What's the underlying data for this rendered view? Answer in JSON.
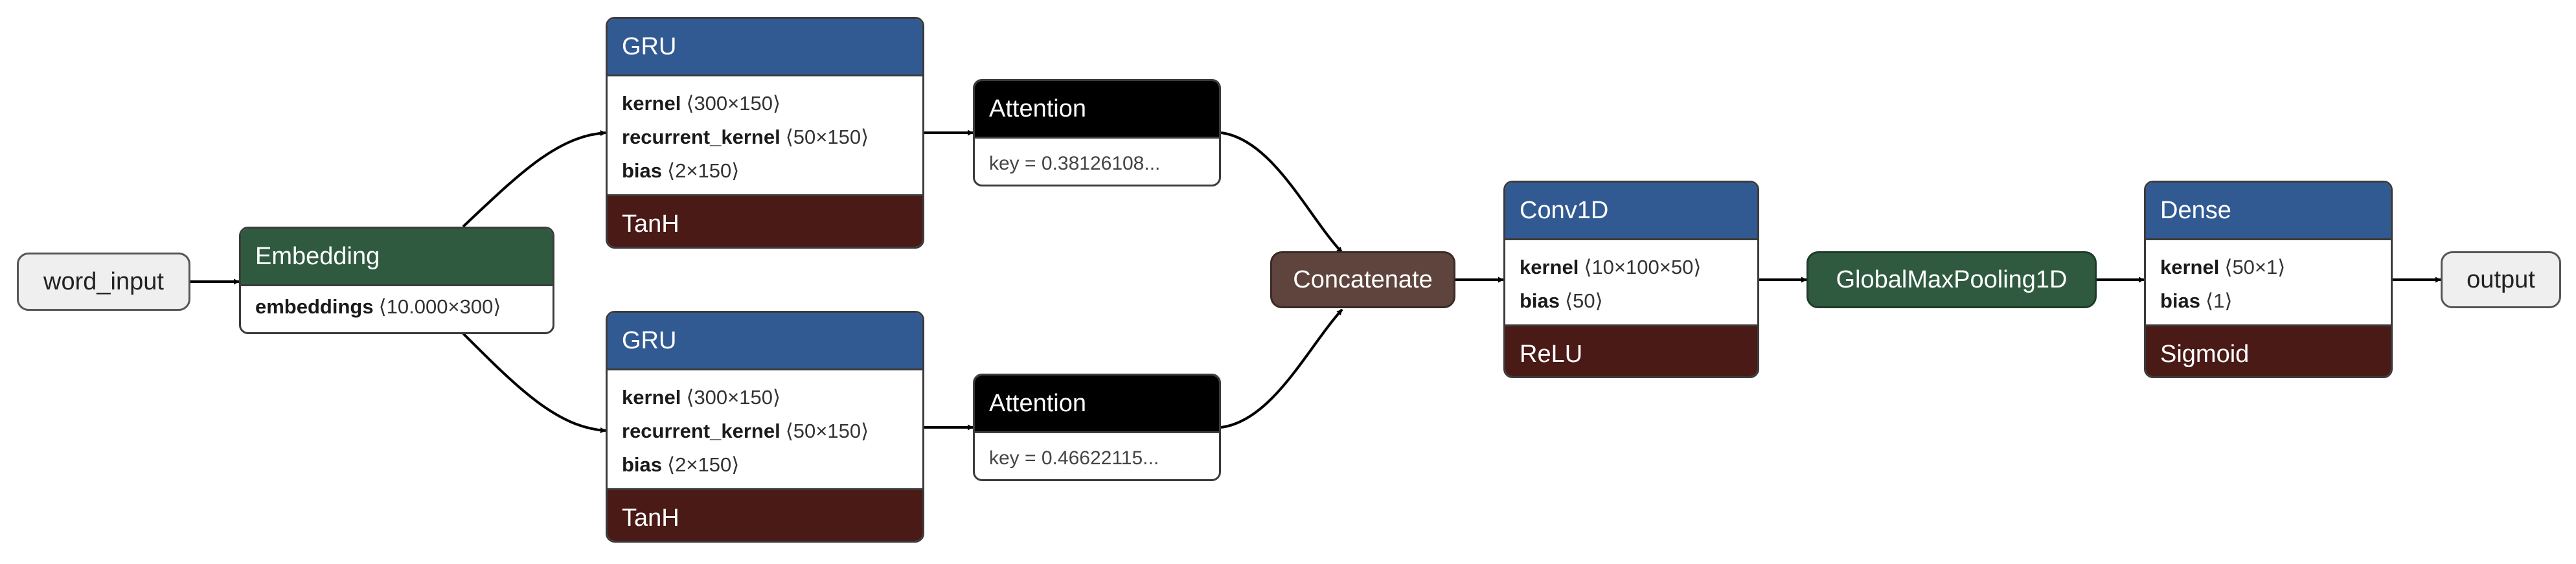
{
  "nodes": {
    "word_input": {
      "label": "word_input"
    },
    "embedding": {
      "title": "Embedding",
      "attrs": [
        {
          "name": "embeddings",
          "shape": "⟨10.000×300⟩"
        }
      ]
    },
    "gru_top": {
      "title": "GRU",
      "attrs": [
        {
          "name": "kernel",
          "shape": "⟨300×150⟩"
        },
        {
          "name": "recurrent_kernel",
          "shape": "⟨50×150⟩"
        },
        {
          "name": "bias",
          "shape": "⟨2×150⟩"
        }
      ],
      "activation": "TanH"
    },
    "gru_bottom": {
      "title": "GRU",
      "attrs": [
        {
          "name": "kernel",
          "shape": "⟨300×150⟩"
        },
        {
          "name": "recurrent_kernel",
          "shape": "⟨50×150⟩"
        },
        {
          "name": "bias",
          "shape": "⟨2×150⟩"
        }
      ],
      "activation": "TanH"
    },
    "attention_top": {
      "title": "Attention",
      "key": "key = 0.38126108..."
    },
    "attention_bottom": {
      "title": "Attention",
      "key": "key = 0.46622115..."
    },
    "concatenate": {
      "label": "Concatenate"
    },
    "conv1d": {
      "title": "Conv1D",
      "attrs": [
        {
          "name": "kernel",
          "shape": "⟨10×100×50⟩"
        },
        {
          "name": "bias",
          "shape": "⟨50⟩"
        }
      ],
      "activation": "ReLU"
    },
    "globalmaxpooling": {
      "label": "GlobalMaxPooling1D"
    },
    "dense": {
      "title": "Dense",
      "attrs": [
        {
          "name": "kernel",
          "shape": "⟨50×1⟩"
        },
        {
          "name": "bias",
          "shape": "⟨1⟩"
        }
      ],
      "activation": "Sigmoid"
    },
    "output": {
      "label": "output"
    }
  },
  "colors": {
    "layer_blue": "#325a92",
    "embedding_green": "#2f5a3f",
    "activation_red": "#4a1a16",
    "attention_black": "#000000",
    "concat_brown": "#5e443d",
    "io_grey": "#efefef"
  }
}
